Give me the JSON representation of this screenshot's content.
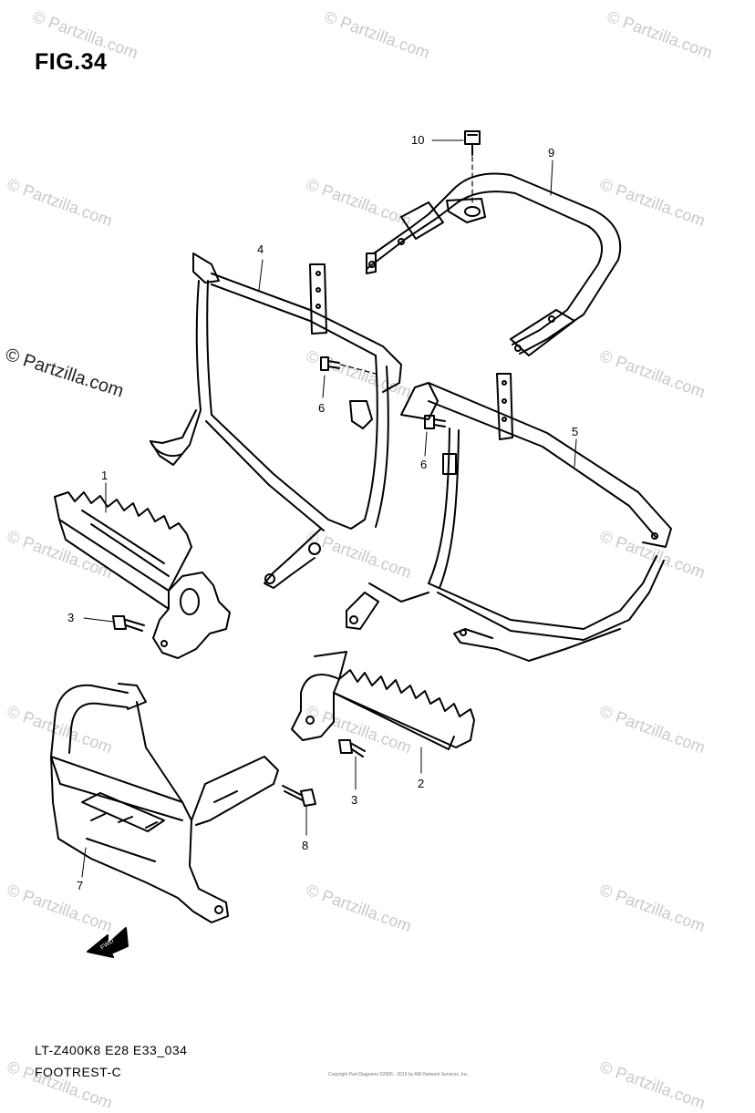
{
  "figure": {
    "title": "FIG.34"
  },
  "footer": {
    "code": "LT-Z400K8 E28 E33_034",
    "name": "FOOTREST-C",
    "copyright": "Copyright Part Diagrams ©2006 - 2015 by ARI Network Services, Inc."
  },
  "watermark": {
    "large": "© Partzilla.com",
    "small": "© Partzilla.com"
  },
  "callouts": [
    "1",
    "2",
    "3",
    "3",
    "4",
    "5",
    "6",
    "6",
    "7",
    "8",
    "9",
    "10"
  ],
  "fwd_label": "FWD"
}
